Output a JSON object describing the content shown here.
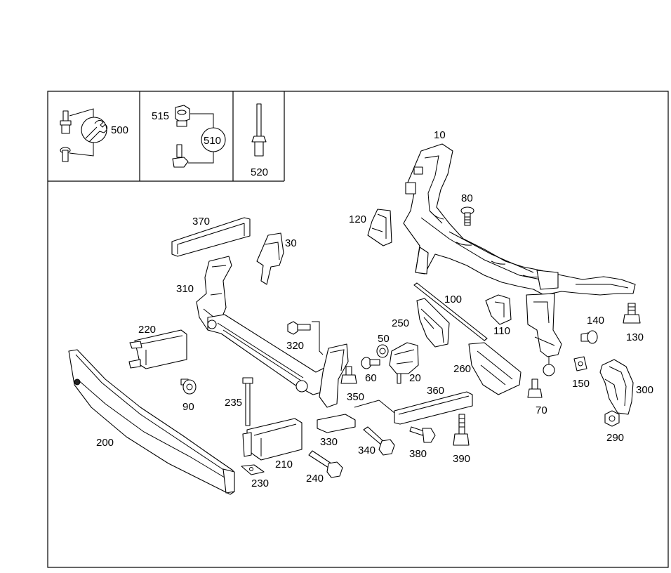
{
  "legend": {
    "tool_label": "500",
    "nut_label": "515",
    "kit_label": "510",
    "bolt_label": "520"
  },
  "callouts": [
    {
      "key": "10",
      "text": "10"
    },
    {
      "key": "20",
      "text": "20"
    },
    {
      "key": "30",
      "text": "30"
    },
    {
      "key": "50",
      "text": "50"
    },
    {
      "key": "60",
      "text": "60"
    },
    {
      "key": "70",
      "text": "70"
    },
    {
      "key": "80",
      "text": "80"
    },
    {
      "key": "90",
      "text": "90"
    },
    {
      "key": "100",
      "text": "100"
    },
    {
      "key": "110",
      "text": "110"
    },
    {
      "key": "120",
      "text": "120"
    },
    {
      "key": "130",
      "text": "130"
    },
    {
      "key": "140",
      "text": "140"
    },
    {
      "key": "150",
      "text": "150"
    },
    {
      "key": "200",
      "text": "200"
    },
    {
      "key": "210",
      "text": "210"
    },
    {
      "key": "220",
      "text": "220"
    },
    {
      "key": "230",
      "text": "230"
    },
    {
      "key": "235",
      "text": "235"
    },
    {
      "key": "240",
      "text": "240"
    },
    {
      "key": "250",
      "text": "250"
    },
    {
      "key": "260",
      "text": "260"
    },
    {
      "key": "290",
      "text": "290"
    },
    {
      "key": "300",
      "text": "300"
    },
    {
      "key": "310",
      "text": "310"
    },
    {
      "key": "320",
      "text": "320"
    },
    {
      "key": "330",
      "text": "330"
    },
    {
      "key": "340",
      "text": "340"
    },
    {
      "key": "350",
      "text": "350"
    },
    {
      "key": "360",
      "text": "360"
    },
    {
      "key": "370",
      "text": "370"
    },
    {
      "key": "380",
      "text": "380"
    },
    {
      "key": "390",
      "text": "390"
    }
  ]
}
